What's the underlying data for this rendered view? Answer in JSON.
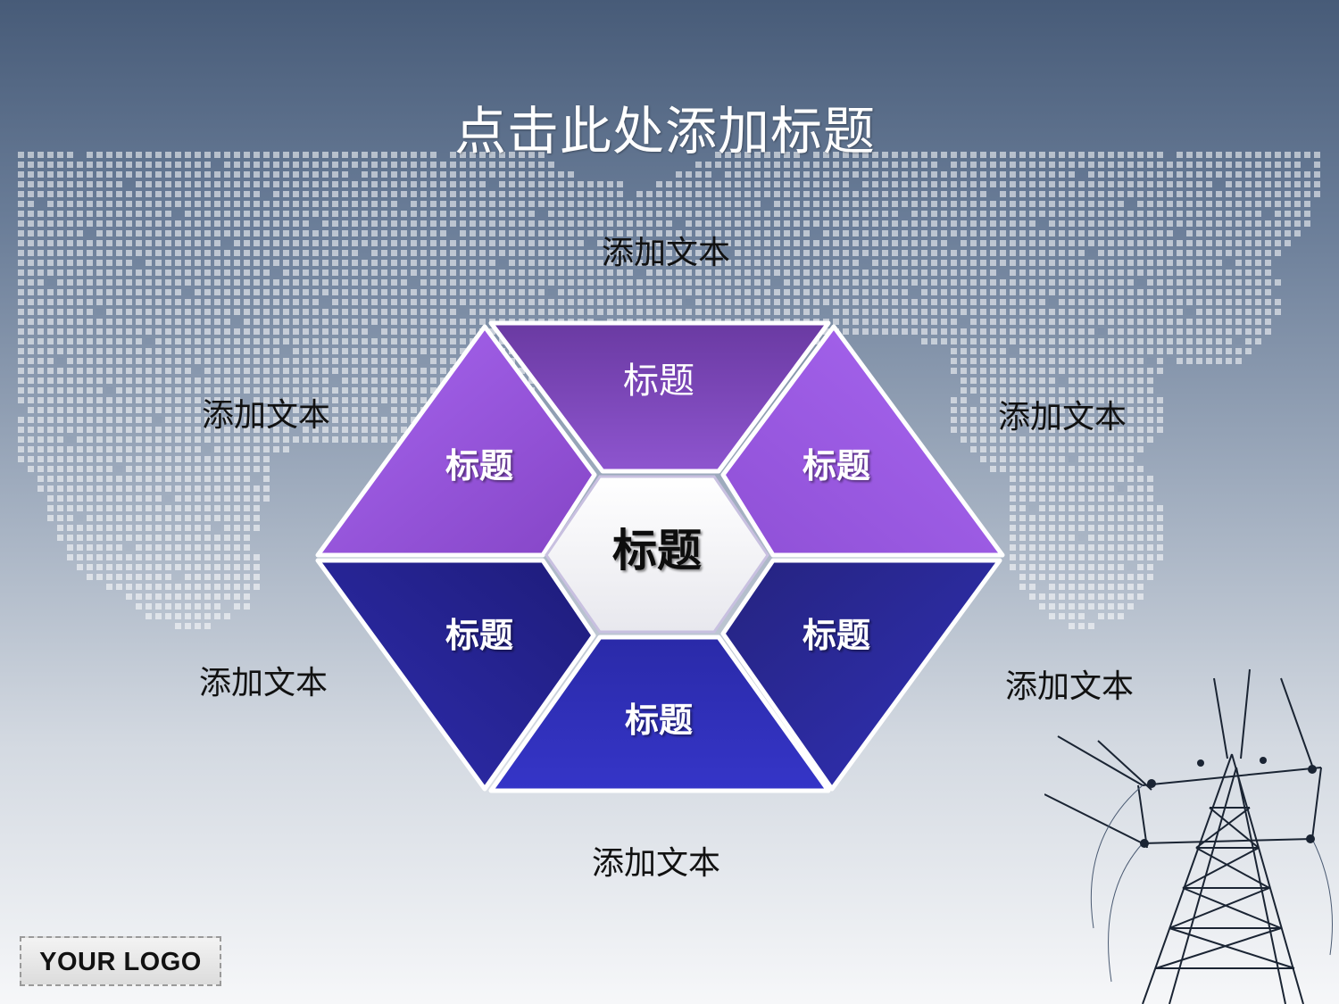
{
  "slide": {
    "title": "点击此处添加标题",
    "logo_text": "YOUR  LOGO"
  },
  "diagram": {
    "center_label": "标题",
    "segments": [
      {
        "id": "top",
        "label": "标题",
        "color": "#7a45b4"
      },
      {
        "id": "upper-right",
        "label": "标题",
        "color": "#9a55dc"
      },
      {
        "id": "lower-right",
        "label": "标题",
        "color": "#2d2ca8"
      },
      {
        "id": "bottom",
        "label": "标题",
        "color": "#3030bd"
      },
      {
        "id": "lower-left",
        "label": "标题",
        "color": "#24228a"
      },
      {
        "id": "upper-left",
        "label": "标题",
        "color": "#9a55dc"
      }
    ],
    "outer_texts": [
      {
        "id": "top",
        "text": "添加文本"
      },
      {
        "id": "upper-right",
        "text": "添加文本"
      },
      {
        "id": "lower-right",
        "text": "添加文本"
      },
      {
        "id": "bottom",
        "text": "添加文本"
      },
      {
        "id": "lower-left",
        "text": "添加文本"
      },
      {
        "id": "upper-left",
        "text": "添加文本"
      }
    ]
  }
}
